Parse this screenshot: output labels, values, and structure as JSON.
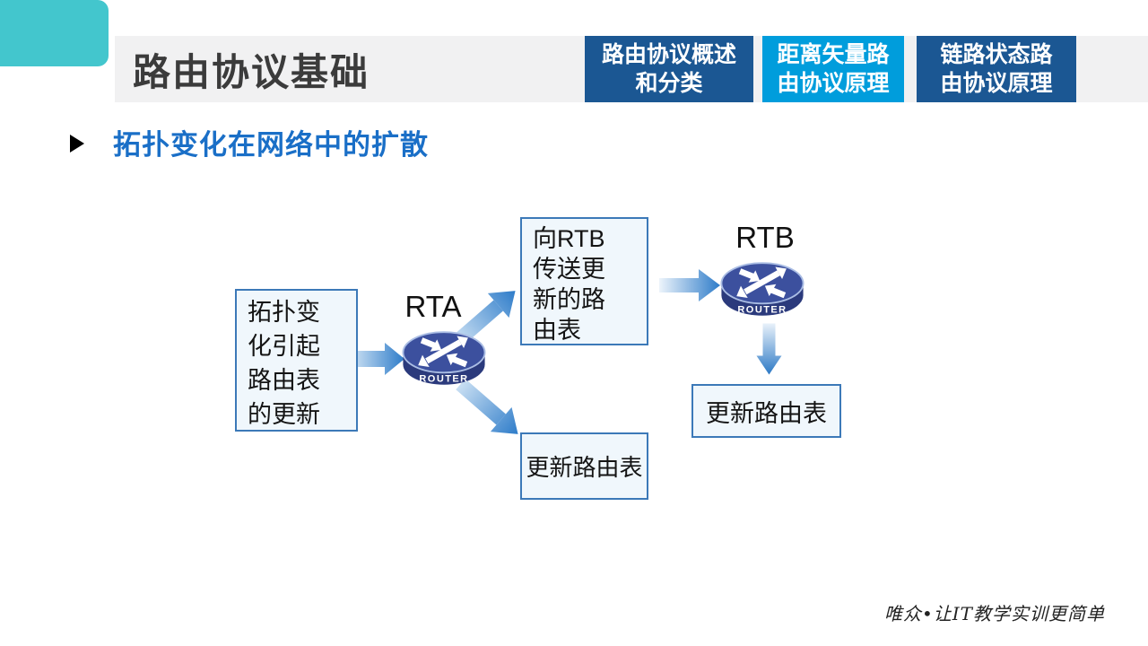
{
  "header": {
    "title": "路由协议基础",
    "accent_color": "#43C6CD",
    "bar_color": "#F1F1F2",
    "tabs": [
      {
        "line1": "路由协议概述",
        "line2": "和分类",
        "color": "#1B5793"
      },
      {
        "line1": "距离矢量路",
        "line2": "由协议原理",
        "color": "#009DDC"
      },
      {
        "line1": "链路状态路",
        "line2": "由协议原理",
        "color": "#1B5793"
      }
    ]
  },
  "section": {
    "heading": "拓扑变化在网络中的扩散",
    "heading_color": "#1A6FC7"
  },
  "diagram": {
    "trigger_box": {
      "line1": "拓扑变",
      "line2": "化引起",
      "line3": "路由表",
      "line4": "的更新"
    },
    "send_box": {
      "line1": "向RTB",
      "line2": "传送更",
      "line3": "新的路",
      "line4": "由表"
    },
    "update_box_left": "更新路由表",
    "update_box_right": "更新路由表",
    "router_a_label": "RTA",
    "router_b_label": "RTB",
    "router_text": "ROUTER",
    "box_border_color": "#3C79B8",
    "box_fill_color": "#F0F7FC",
    "router_top_color": "#3C509E",
    "router_side_color": "#2B3A7C",
    "arrow_gradient_start": "#C9DFF3",
    "arrow_gradient_end": "#2E7CC9"
  },
  "footer": {
    "slogan": "唯众•让IT教学实训更简单"
  }
}
